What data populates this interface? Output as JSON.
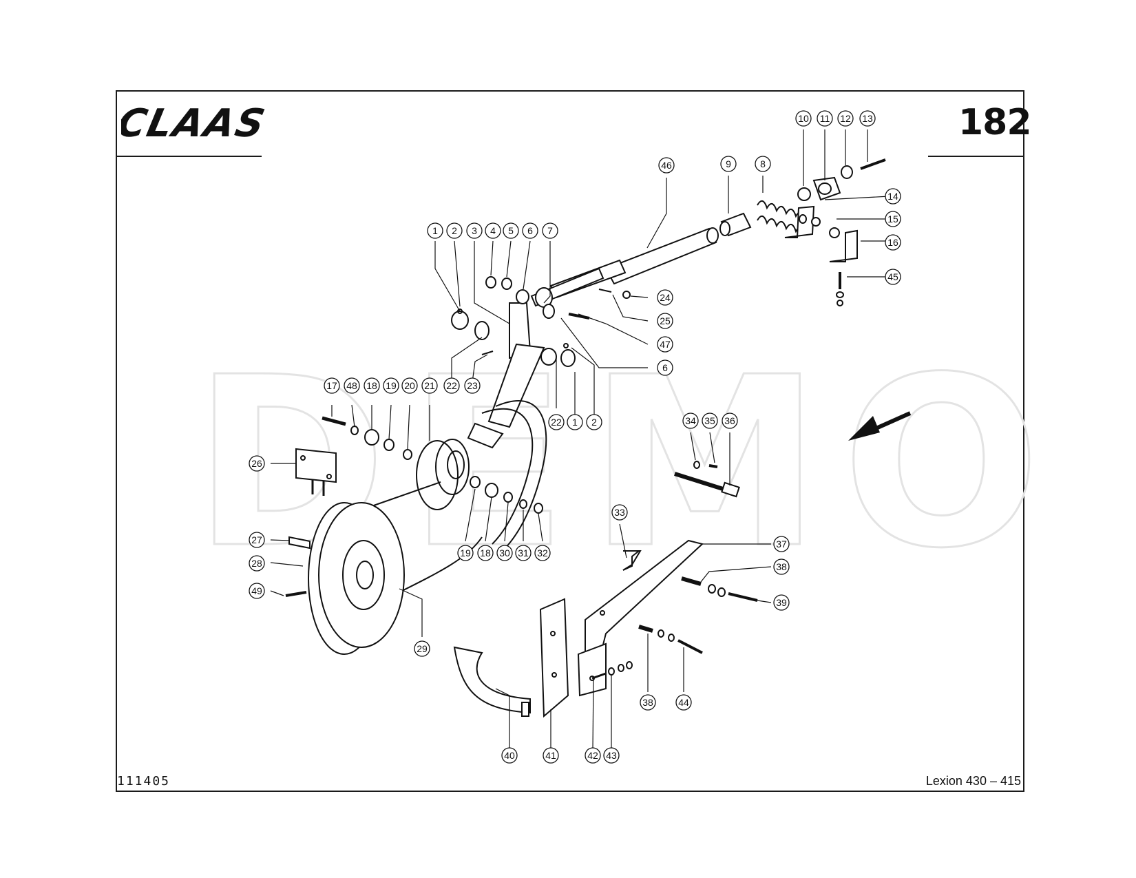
{
  "header": {
    "brand": "CLAAS",
    "page_number": "182"
  },
  "footer": {
    "drawing_number": "111405",
    "model": "Lexion 430 – 415"
  },
  "watermark": "DEMO",
  "colors": {
    "ink": "#111111",
    "background": "#ffffff",
    "watermark_outline": "#e3e3e3"
  },
  "callouts": [
    "1",
    "2",
    "3",
    "4",
    "5",
    "6",
    "7",
    "46",
    "9",
    "8",
    "10",
    "11",
    "12",
    "13",
    "14",
    "15",
    "16",
    "45",
    "24",
    "25",
    "47",
    "6",
    "22",
    "23",
    "22",
    "1",
    "2",
    "17",
    "48",
    "18",
    "19",
    "20",
    "21",
    "26",
    "19",
    "18",
    "30",
    "31",
    "32",
    "27",
    "28",
    "49",
    "29",
    "34",
    "35",
    "36",
    "33",
    "37",
    "38",
    "39",
    "38",
    "44",
    "40",
    "41",
    "42",
    "43"
  ]
}
